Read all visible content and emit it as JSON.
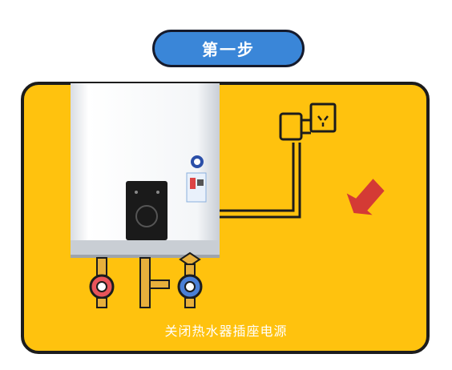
{
  "step_label": "第一步",
  "caption": "关闭热水器插座电源",
  "colors": {
    "step_pill": "#3a86d8",
    "panel_bg": "#ffc20e",
    "outline": "#1c1c1c",
    "arrow": "#d43a35",
    "hot_valve": "#e8545a",
    "cold_valve": "#4a7fd6"
  },
  "icons": [
    "water-heater",
    "wall-socket",
    "power-plug",
    "pointer-arrow",
    "hot-water-valve",
    "cold-water-valve",
    "gas-valve"
  ]
}
